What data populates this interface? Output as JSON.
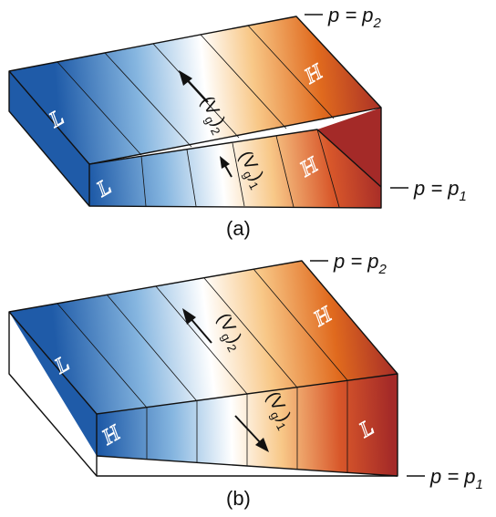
{
  "panel_a": {
    "top_label": "p = p",
    "top_sub": "2",
    "bottom_label": "p = p",
    "bottom_sub": "1",
    "caption": "(a)",
    "upper_wind": "(V",
    "upper_wind_sub": "g",
    "upper_wind_level": "2",
    "lower_wind": "(V",
    "lower_wind_sub": "g",
    "lower_wind_level": "1",
    "top_left_letter": "L",
    "top_right_letter": "H",
    "front_left_letter": "L",
    "front_right_letter": "H"
  },
  "panel_b": {
    "top_label": "p = p",
    "top_sub": "2",
    "bottom_label": "p = p",
    "bottom_sub": "1",
    "caption": "(b)",
    "upper_wind": "(V",
    "upper_wind_sub": "g",
    "upper_wind_level": "2",
    "lower_wind": "(V",
    "lower_wind_sub": "g",
    "lower_wind_level": "1",
    "top_left_letter": "L",
    "top_right_letter": "H",
    "front_left_letter": "H",
    "front_right_letter": "L"
  },
  "colors": {
    "cold": "#1f5ba8",
    "cold_light": "#6fa6d9",
    "neutral": "#ffffff",
    "warm_light": "#f2b066",
    "warm": "#e06a1e",
    "hot": "#a42a28"
  }
}
